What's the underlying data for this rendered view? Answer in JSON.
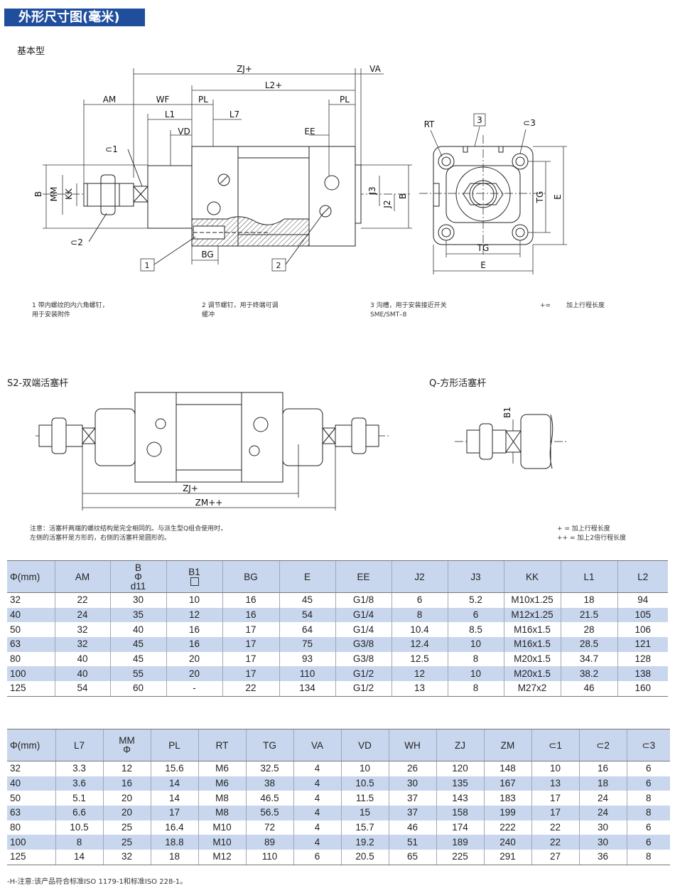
{
  "header": {
    "title": "外形尺寸图(毫米)"
  },
  "section1": {
    "label": "基本型"
  },
  "section2": {
    "label": "S2-双端活塞杆"
  },
  "section3": {
    "label": "Q-方形活塞杆"
  },
  "drawing": {
    "dims": {
      "zj": "ZJ+",
      "va": "VA",
      "l2": "L2+",
      "am": "AM",
      "wf": "WF",
      "pl": "PL",
      "l1": "L1",
      "l7": "L7",
      "vd": "VD",
      "ee": "EE",
      "b": "B",
      "mm": "MM",
      "kk": "KK",
      "j3": "J3",
      "j2": "J2",
      "bg": "BG",
      "rt": "RT",
      "tg": "TG",
      "e": "E",
      "zm": "ZM++",
      "b1": "B1",
      "c1": "⊂1",
      "c2": "⊂2",
      "c3": "⊂3",
      "n1": "1",
      "n2": "2",
      "n3": "3"
    }
  },
  "notes": {
    "n1": "1 带内螺纹的内六角螺钉，\n   用于安装附件",
    "n2": "2 调节螺钉，用于终端可调\n   缓冲",
    "n3": "3 沟槽，用于安装接近开关\n   SME/SMT–8",
    "n4_sym": "+=",
    "n4_text": "加上行程长度",
    "caution": "注意：活塞杆两端的螺纹结构是完全相同的。与派生型Q组合使用时，\n        左侧的活塞杆是方形的，右侧的活塞杆是圆形的。",
    "plus1": "+   =  加上行程长度",
    "plus2": "++  =  加上2倍行程长度",
    "footer": "-H-注意:该产品符合标准ISO 1179-1和标准ISO 228-1。"
  },
  "table1": {
    "headers": [
      "Φ(mm)",
      "AM",
      "B",
      "Φ",
      "d11",
      "B1",
      "BG",
      "E",
      "EE",
      "J2",
      "J3",
      "KK",
      "L1",
      "L2"
    ],
    "rows": [
      [
        "32",
        "22",
        "30",
        "10",
        "16",
        "45",
        "G1/8",
        "6",
        "5.2",
        "M10x1.25",
        "18",
        "94"
      ],
      [
        "40",
        "24",
        "35",
        "12",
        "16",
        "54",
        "G1/4",
        "8",
        "6",
        "M12x1.25",
        "21.5",
        "105"
      ],
      [
        "50",
        "32",
        "40",
        "16",
        "17",
        "64",
        "G1/4",
        "10.4",
        "8.5",
        "M16x1.5",
        "28",
        "106"
      ],
      [
        "63",
        "32",
        "45",
        "16",
        "17",
        "75",
        "G3/8",
        "12.4",
        "10",
        "M16x1.5",
        "28.5",
        "121"
      ],
      [
        "80",
        "40",
        "45",
        "20",
        "17",
        "93",
        "G3/8",
        "12.5",
        "8",
        "M20x1.5",
        "34.7",
        "128"
      ],
      [
        "100",
        "40",
        "55",
        "20",
        "17",
        "110",
        "G1/2",
        "12",
        "10",
        "M20x1.5",
        "38.2",
        "138"
      ],
      [
        "125",
        "54",
        "60",
        "-",
        "22",
        "134",
        "G1/2",
        "13",
        "8",
        "M27x2",
        "46",
        "160"
      ]
    ]
  },
  "table2": {
    "headers": [
      "Φ(mm)",
      "L7",
      "MM",
      "Φ",
      "PL",
      "RT",
      "TG",
      "VA",
      "VD",
      "WH",
      "ZJ",
      "ZM",
      "⊂1",
      "⊂2",
      "⊂3"
    ],
    "rows": [
      [
        "32",
        "3.3",
        "12",
        "15.6",
        "M6",
        "32.5",
        "4",
        "10",
        "26",
        "120",
        "148",
        "10",
        "16",
        "6"
      ],
      [
        "40",
        "3.6",
        "16",
        "14",
        "M6",
        "38",
        "4",
        "10.5",
        "30",
        "135",
        "167",
        "13",
        "18",
        "6"
      ],
      [
        "50",
        "5.1",
        "20",
        "14",
        "M8",
        "46.5",
        "4",
        "11.5",
        "37",
        "143",
        "183",
        "17",
        "24",
        "8"
      ],
      [
        "63",
        "6.6",
        "20",
        "17",
        "M8",
        "56.5",
        "4",
        "15",
        "37",
        "158",
        "199",
        "17",
        "24",
        "8"
      ],
      [
        "80",
        "10.5",
        "25",
        "16.4",
        "M10",
        "72",
        "4",
        "15.7",
        "46",
        "174",
        "222",
        "22",
        "30",
        "6"
      ],
      [
        "100",
        "8",
        "25",
        "18.8",
        "M10",
        "89",
        "4",
        "19.2",
        "51",
        "189",
        "240",
        "22",
        "30",
        "6"
      ],
      [
        "125",
        "14",
        "32",
        "18",
        "M12",
        "110",
        "6",
        "20.5",
        "65",
        "225",
        "291",
        "27",
        "36",
        "8"
      ]
    ]
  }
}
